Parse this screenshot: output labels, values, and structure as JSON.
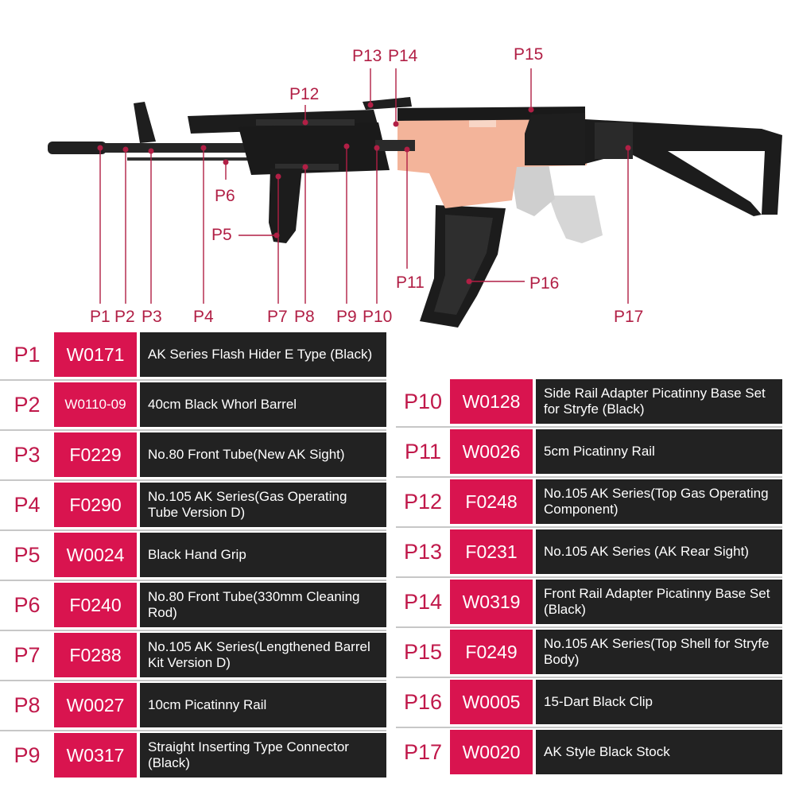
{
  "callouts": [
    {
      "id": "P1",
      "label": "P1"
    },
    {
      "id": "P2",
      "label": "P2"
    },
    {
      "id": "P3",
      "label": "P3"
    },
    {
      "id": "P4",
      "label": "P4"
    },
    {
      "id": "P5",
      "label": "P5"
    },
    {
      "id": "P6",
      "label": "P6"
    },
    {
      "id": "P7",
      "label": "P7"
    },
    {
      "id": "P8",
      "label": "P8"
    },
    {
      "id": "P9",
      "label": "P9"
    },
    {
      "id": "P10",
      "label": "P10"
    },
    {
      "id": "P11",
      "label": "P11"
    },
    {
      "id": "P12",
      "label": "P12"
    },
    {
      "id": "P13",
      "label": "P13"
    },
    {
      "id": "P14",
      "label": "P14"
    },
    {
      "id": "P15",
      "label": "P15"
    },
    {
      "id": "P16",
      "label": "P16"
    },
    {
      "id": "P17",
      "label": "P17"
    }
  ],
  "parts_left": [
    {
      "pid": "P1",
      "code": "W0171",
      "desc": "AK Series Flash Hider  E Type (Black)"
    },
    {
      "pid": "P2",
      "code": "W0110-09",
      "desc": "40cm Black Whorl Barrel"
    },
    {
      "pid": "P3",
      "code": "F0229",
      "desc": "No.80 Front Tube(New AK Sight)"
    },
    {
      "pid": "P4",
      "code": "F0290",
      "desc": "No.105 AK Series(Gas Operating Tube Version D)"
    },
    {
      "pid": "P5",
      "code": "W0024",
      "desc": "Black Hand Grip"
    },
    {
      "pid": "P6",
      "code": "F0240",
      "desc": "No.80 Front Tube(330mm Cleaning Rod)"
    },
    {
      "pid": "P7",
      "code": "F0288",
      "desc": "No.105 AK Series(Lengthened Barrel Kit Version D)"
    },
    {
      "pid": "P8",
      "code": "W0027",
      "desc": "10cm Picatinny Rail"
    },
    {
      "pid": "P9",
      "code": "W0317",
      "desc": "Straight Inserting Type Connector (Black)"
    }
  ],
  "parts_right": [
    {
      "pid": "P10",
      "code": "W0128",
      "desc": "Side  Rail Adapter Picatinny Base Set for  Stryfe (Black)"
    },
    {
      "pid": "P11",
      "code": "W0026",
      "desc": "5cm Picatinny Rail"
    },
    {
      "pid": "P12",
      "code": "F0248",
      "desc": "No.105 AK Series(Top Gas Operating Component)"
    },
    {
      "pid": "P13",
      "code": "F0231",
      "desc": "No.105 AK Series (AK Rear Sight)"
    },
    {
      "pid": "P14",
      "code": "W0319",
      "desc": "Front Rail Adapter Picatinny Base Set (Black)"
    },
    {
      "pid": "P15",
      "code": "F0249",
      "desc": "No.105 AK Series(Top Shell for Stryfe Body)"
    },
    {
      "pid": "P16",
      "code": "W0005",
      "desc": "15-Dart Black Clip"
    },
    {
      "pid": "P17",
      "code": "W0020",
      "desc": "AK Style Black Stock"
    }
  ],
  "colors": {
    "accent": "#d9144f",
    "label": "#c0184a",
    "desc_bg": "#222222",
    "body_orange": "#f3b49a",
    "body_gray": "#d6d6d6",
    "black_part": "#1c1c1c"
  }
}
